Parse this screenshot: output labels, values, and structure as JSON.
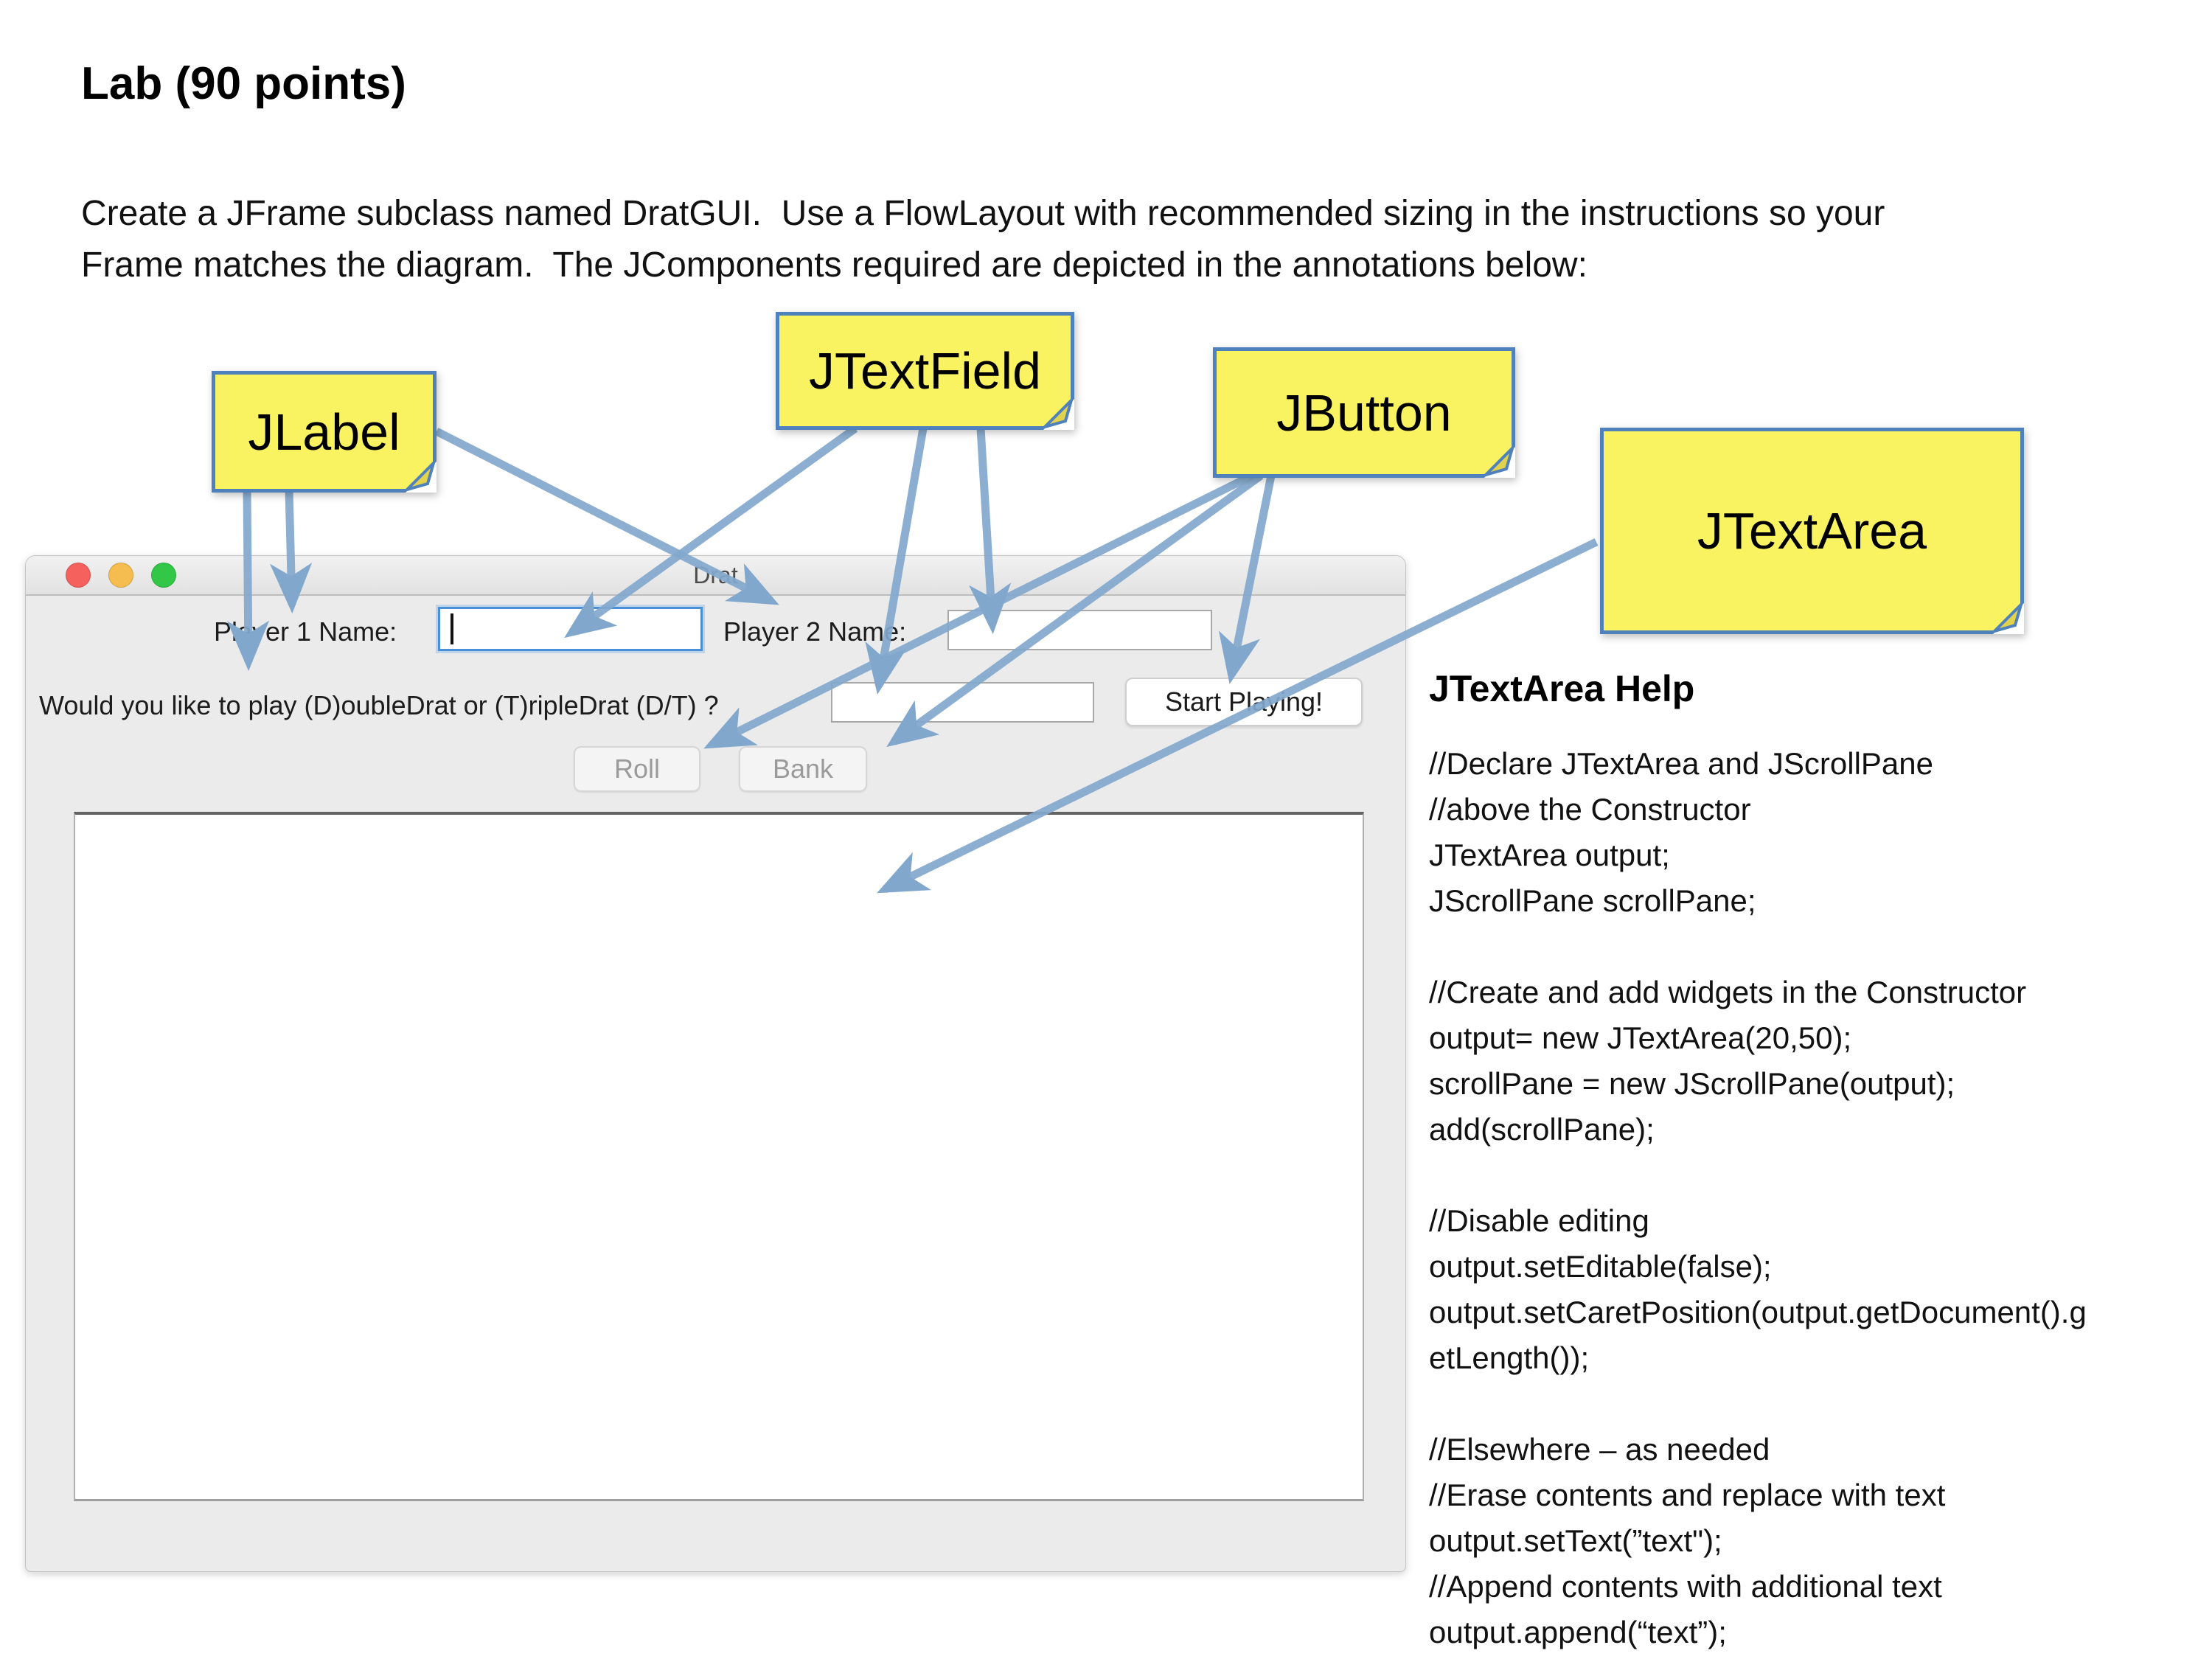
{
  "slide": {
    "title": "Lab (90 points)",
    "intro_lines": [
      "Create a JFrame subclass named DratGUI.  Use a FlowLayout with recommended sizing in the instructions so your",
      "Frame matches the diagram.  The JComponents required are depicted in the annotations below:"
    ]
  },
  "annotations": {
    "jlabel_note": "JLabel",
    "jtextfield_note": "JTextField",
    "jbutton_note": "JButton",
    "jtextarea_note": "JTextArea"
  },
  "window": {
    "title": "Drat",
    "player1_label": "Player 1 Name:",
    "player1_value": "",
    "player2_label": "Player 2 Name:",
    "player2_value": "",
    "mode_label": "Would you like to play (D)oubleDrat or (T)ripleDrat (D/T) ?",
    "mode_value": "",
    "start_button": "Start Playing!",
    "roll_button": "Roll",
    "bank_button": "Bank",
    "output_value": ""
  },
  "help": {
    "heading": "JTextArea Help",
    "lines": [
      "//Declare JTextArea and JScrollPane",
      "//above the Constructor",
      "JTextArea output;",
      "JScrollPane scrollPane;",
      "",
      "//Create and add widgets in the Constructor",
      "output= new JTextArea(20,50);",
      "scrollPane = new JScrollPane(output);",
      "add(scrollPane);",
      "",
      "//Disable editing",
      "output.setEditable(false);",
      "output.setCaretPosition(output.getDocument().g",
      "etLength());",
      "",
      "//Elsewhere – as needed",
      "//Erase contents and replace with text",
      "output.setText(”text\");",
      "//Append contents with additional text",
      "output.append(“text”);"
    ]
  },
  "colors": {
    "note_fill": "#f9f261",
    "note_border": "#4f81bd",
    "arrow_blue": "#82a7cd",
    "window_bg": "#ebebeb",
    "focus_ring": "#4a90d9",
    "traffic_red": "#f5615c",
    "traffic_yellow": "#f5bd4f",
    "traffic_green": "#33c748"
  }
}
